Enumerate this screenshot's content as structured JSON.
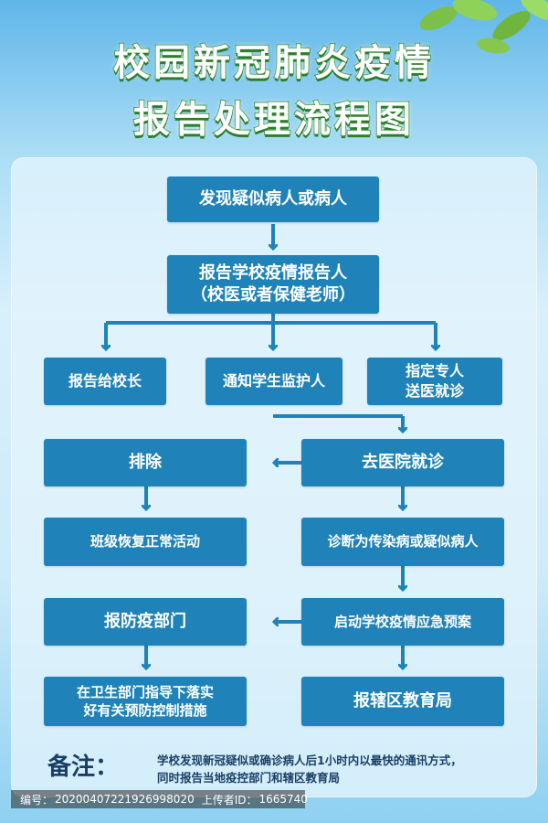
{
  "title": {
    "line1": "校园新冠肺炎疫情",
    "line2": "报告处理流程图"
  },
  "nodes": {
    "discover": "发现疑似病人或病人",
    "report_person_line1": "报告学校疫情报告人",
    "report_person_line2": "（校医或者保健老师）",
    "report_principal": "报告给校长",
    "notify_guardian": "通知学生监护人",
    "escort_line1": "指定专人",
    "escort_line2": "送医就诊",
    "exclude": "排除",
    "go_hospital": "去医院就诊",
    "resume_class": "班级恢复正常活动",
    "diagnosed": "诊断为传染病或疑似病人",
    "report_epidemic": "报防疫部门",
    "emergency_plan": "启动学校疫情应急预案",
    "implement_line1": "在卫生部门指导下落实",
    "implement_line2": "好有关预防控制措施",
    "report_bureau": "报辖区教育局"
  },
  "note": {
    "label": "备注：",
    "line1": "学校发现新冠疑似或确诊病人后1小时内以最快的通讯方式，",
    "line2": "同时报告当地疫控部门和辖区教育局"
  },
  "footer": {
    "id_label": "编号：",
    "id_value": "20200407221926998020",
    "uploader_label": "上传者ID：",
    "uploader_value": "1665740"
  },
  "colors": {
    "node_fill": "#1f83b9",
    "arrow": "#1f83b9",
    "title_stroke": "#2f8f2e",
    "note_text": "#1a3f66"
  }
}
